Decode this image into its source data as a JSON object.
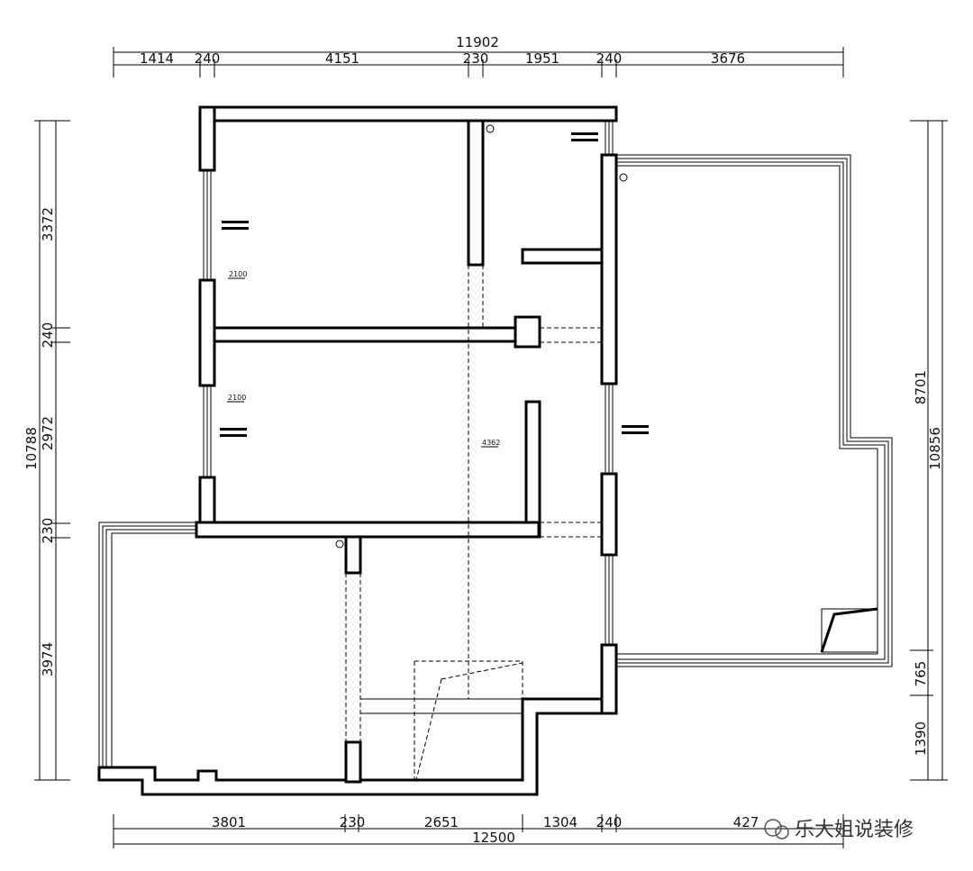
{
  "dimensions": {
    "top_total": "11902",
    "top_segments": [
      "1414",
      "240",
      "4151",
      "230",
      "1951",
      "240",
      "3676"
    ],
    "bottom_total": "12500",
    "bottom_segments": [
      "3801",
      "230",
      "2651",
      "1304",
      "240",
      "427"
    ],
    "left_total": "10788",
    "left_segments": [
      "3372",
      "240",
      "2972",
      "230",
      "3974"
    ],
    "right_total": "10856",
    "right_segments": [
      "8701",
      "765",
      "1390"
    ]
  },
  "interior_labels": {
    "height_1": "2100",
    "height_2": "2100",
    "length_1": "4362"
  },
  "watermark": "乐大姐说装修"
}
